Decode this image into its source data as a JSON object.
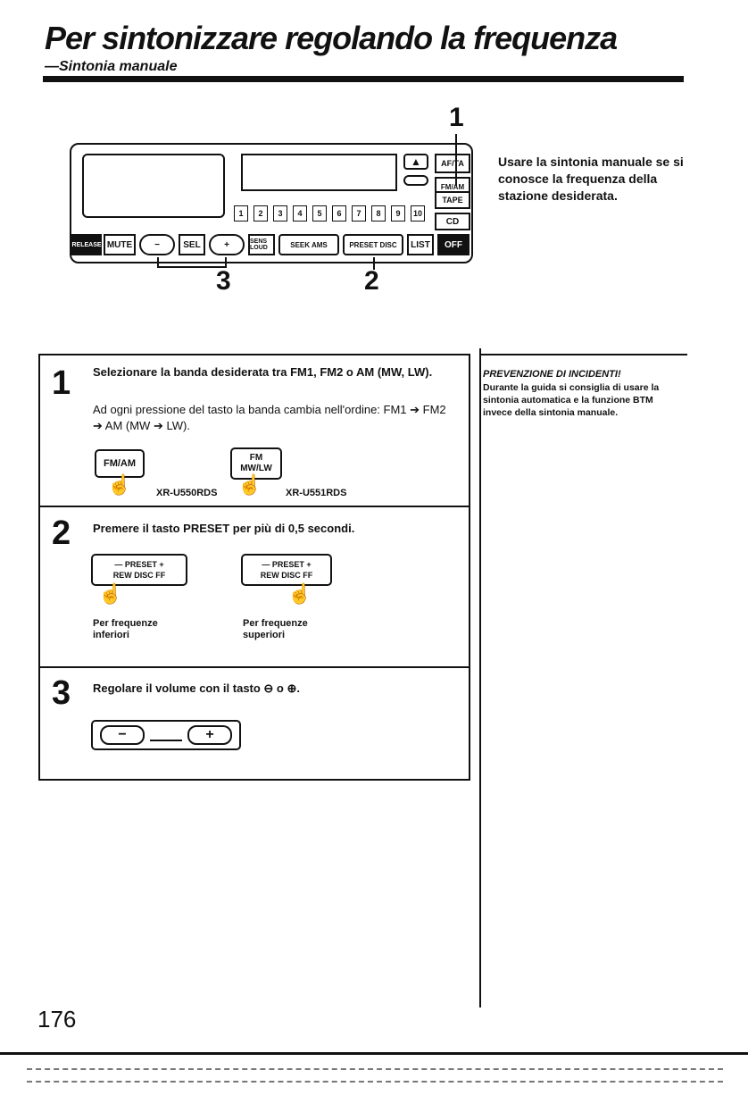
{
  "header": {
    "title": "Per sintonizzare regolando la frequenza",
    "subtitle": "—Sintonia manuale"
  },
  "device": {
    "callout_top": "1",
    "callout_left": "3",
    "callout_right": "2",
    "buttons": {
      "apta": "AF/TA",
      "fmam": "FM/AM",
      "tape": "TAPE",
      "cd": "CD",
      "release": "RELEASE",
      "mute": "MUTE",
      "sel": "SEL",
      "sens": "SENS LOUD",
      "seek": "SEEK AMS",
      "preset": "PRESET DISC",
      "list": "LIST",
      "off": "OFF"
    },
    "number_keys": [
      "1",
      "2",
      "3",
      "4",
      "5",
      "6",
      "7",
      "8",
      "9",
      "10"
    ]
  },
  "intro_text": "Usare la sintonia manuale se si conosce la frequenza della stazione desiderata.",
  "steps": [
    {
      "number": "1",
      "text_line1": "Selezionare la banda desiderata tra FM1, FM2 o AM (MW, LW).",
      "text_line2": "Ad ogni pressione del tasto la banda cambia nell'ordine: FM1 ➔ FM2 ➔ AM (MW ➔ LW).",
      "key_a": "FM/AM",
      "key_b_top": "FM",
      "key_b_bottom": "MW/LW",
      "model_a": "XR-U550RDS",
      "model_b": "XR-U551RDS"
    },
    {
      "number": "2",
      "text": "Premere il tasto PRESET per più di 0,5 secondi.",
      "key_top": "— PRESET +",
      "key_bottom": "REW DISC FF",
      "caption_a_line1": "Per frequenze",
      "caption_a_line2": "inferiori",
      "caption_b_line1": "Per frequenze",
      "caption_b_line2": "superiori"
    },
    {
      "number": "3",
      "text": "Regolare il volume con il tasto ⊖ o ⊕.",
      "minus": "−",
      "plus": "+"
    }
  ],
  "warning": {
    "title": "PREVENZIONE DI INCIDENTI!",
    "text": "Durante la guida si consiglia di usare la sintonia automatica e la funzione BTM invece della sintonia manuale."
  },
  "page_number": "176"
}
